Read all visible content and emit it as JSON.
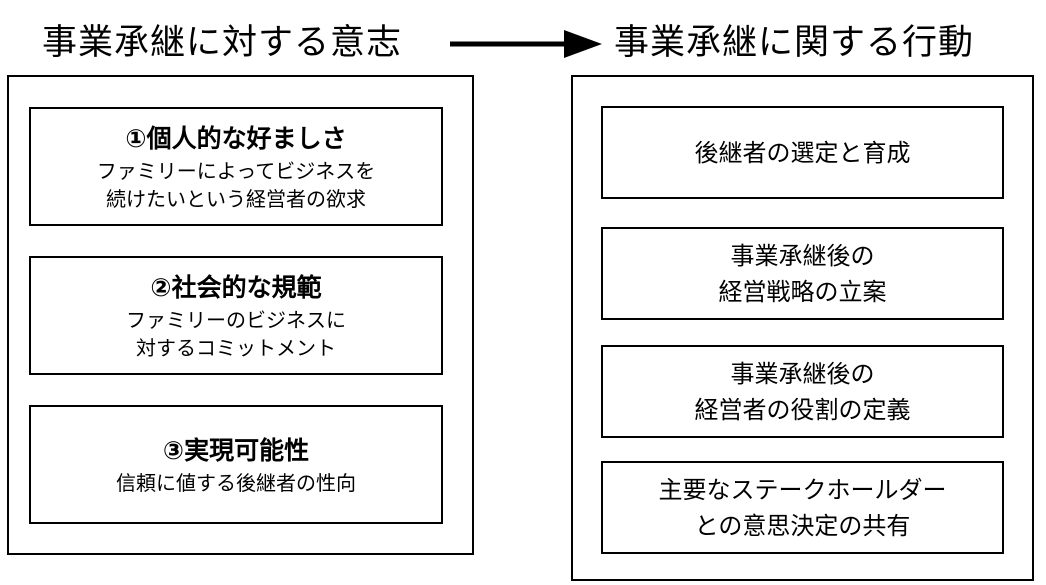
{
  "left_heading": "事業承継に対する意志",
  "right_heading": "事業承継に関する行動",
  "factors": [
    {
      "title": "①個人的な好ましさ",
      "desc_lines": [
        "ファミリーによってビジネスを",
        "続けたいという経営者の欲求"
      ]
    },
    {
      "title": "②社会的な規範",
      "desc_lines": [
        "ファミリーのビジネスに",
        "対するコミットメント"
      ]
    },
    {
      "title": "③実現可能性",
      "desc_lines": [
        "信頼に値する後継者の性向"
      ]
    }
  ],
  "actions": [
    {
      "lines": [
        "後継者の選定と育成"
      ]
    },
    {
      "lines": [
        "事業承継後の",
        "経営戦略の立案"
      ]
    },
    {
      "lines": [
        "事業承継後の",
        "経営者の役割の定義"
      ]
    },
    {
      "lines": [
        "主要なステークホールダー",
        "との意思決定の共有"
      ]
    }
  ],
  "colors": {
    "line": "#000000",
    "background": "#ffffff",
    "text": "#000000"
  },
  "icons": {
    "flow_arrow": "right-arrow-icon"
  }
}
